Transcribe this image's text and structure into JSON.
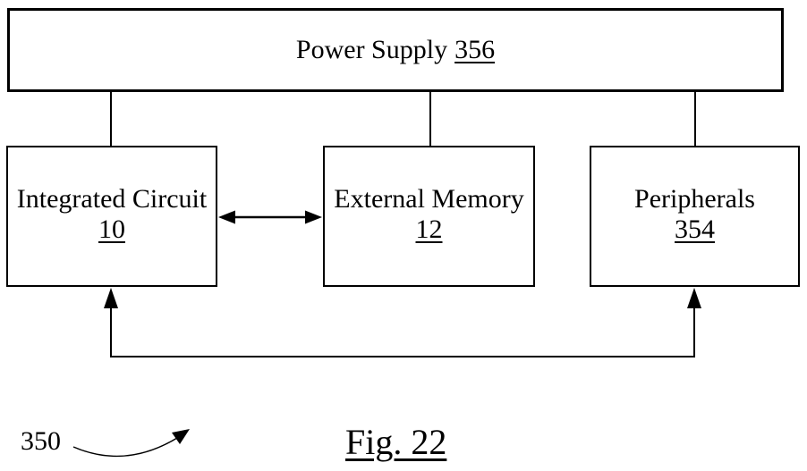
{
  "figure": {
    "caption": "Fig. 22",
    "figure_ref": "350"
  },
  "boxes": {
    "power_supply": {
      "label": "Power Supply",
      "ref": "356"
    },
    "integrated_circuit": {
      "label": "Integrated Circuit",
      "ref": "10"
    },
    "external_memory": {
      "label": "External Memory",
      "ref": "12"
    },
    "peripherals": {
      "label": "Peripherals",
      "ref": "354"
    }
  },
  "connections": {
    "power_to_integrated_circuit": "line",
    "power_to_external_memory": "line",
    "power_to_peripherals": "line",
    "integrated_circuit_to_external_memory": "bidirectional-arrow",
    "integrated_circuit_to_peripherals": "feedback-arrow-both-ends-up"
  },
  "colors": {
    "line": "#000000",
    "background": "#ffffff"
  }
}
